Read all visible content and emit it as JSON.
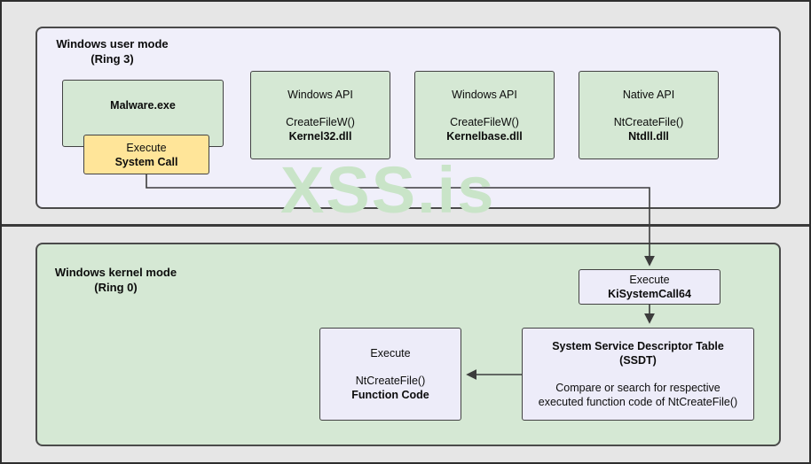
{
  "watermark": {
    "text": "XSS.is",
    "color": "#c9e4c8"
  },
  "user_mode": {
    "title": "Windows user mode",
    "subtitle": "(Ring 3)",
    "malware_box": {
      "title": "Malware.exe"
    },
    "syscall_box": {
      "line1": "Execute",
      "line2": "System Call"
    },
    "api_boxes": [
      {
        "line1": "Windows API",
        "line2": "CreateFileW()",
        "line3": "Kernel32.dll"
      },
      {
        "line1": "Windows API",
        "line2": "CreateFileW()",
        "line3": "Kernelbase.dll"
      },
      {
        "line1": "Native API",
        "line2": "NtCreateFile()",
        "line3": "Ntdll.dll"
      }
    ]
  },
  "kernel_mode": {
    "title": "Windows kernel mode",
    "subtitle": "(Ring 0)",
    "kisystemcall_box": {
      "line1": "Execute",
      "line2": "KiSystemCall64"
    },
    "ssdt_box": {
      "title_line1": "System Service Descriptor Table",
      "title_line2": "(SSDT)",
      "body_line1": "Compare or search for respective",
      "body_line2": "executed function code of NtCreateFile()"
    },
    "function_box": {
      "line1": "Execute",
      "line2": "NtCreateFile()",
      "line3": "Function Code"
    }
  },
  "colors": {
    "green_fill": "#d5e8d4",
    "lavender_fill": "#edecf9",
    "yellow_fill": "#ffe599",
    "border": "#424242",
    "background": "#e6e6e6",
    "watermark": "#c9e4c8"
  }
}
